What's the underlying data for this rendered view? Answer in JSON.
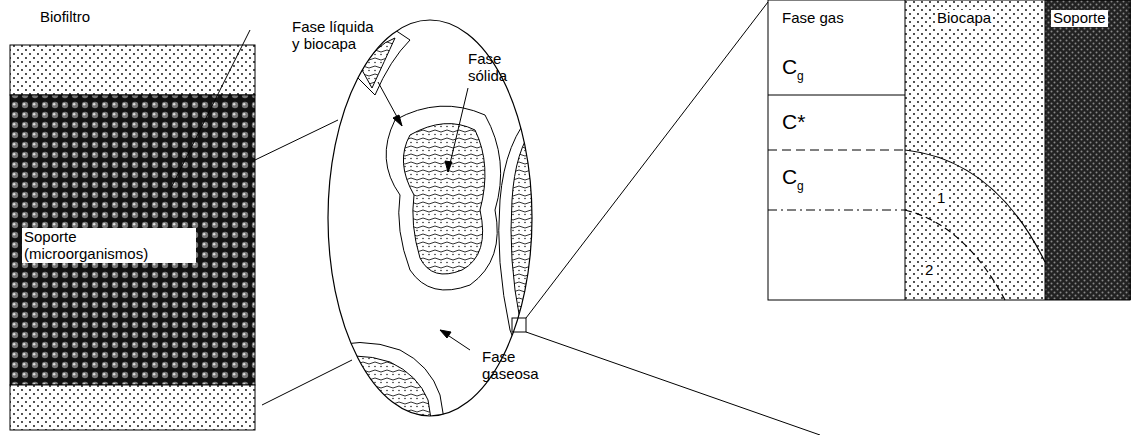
{
  "diagram": {
    "nodes": [
      {
        "text": [
          "Fase gas",
          "C",
          "g",
          "C*",
          "C",
          "g"
        ]
      },
      {
        "text": [
          "Biocapa",
          "1",
          "2"
        ]
      },
      {
        "text": [
          "Soporte"
        ]
      }
    ],
    "labels": [
      "Biofiltro",
      "Soporte (microorganismos)",
      "Fase líquida y biocapa",
      "Fase sólida",
      "Fase gaseosa"
    ]
  }
}
